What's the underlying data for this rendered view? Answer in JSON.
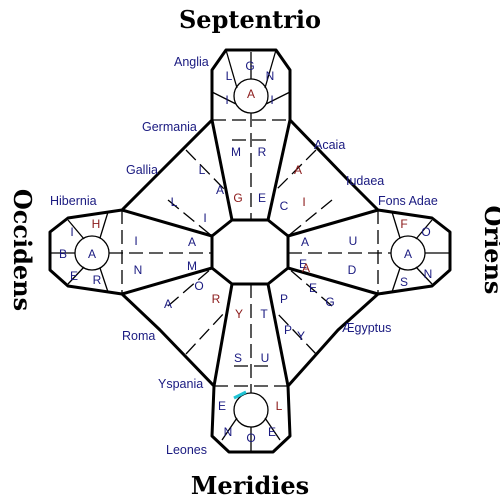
{
  "cardinals": {
    "north": "Septentrio",
    "south": "Meridies",
    "west": "Occidens",
    "east": "Oriens"
  },
  "regions": [
    {
      "id": "anglia",
      "label": "Anglia"
    },
    {
      "id": "germania",
      "label": "Germania"
    },
    {
      "id": "acaia",
      "label": "Acaia"
    },
    {
      "id": "gallia",
      "label": "Gallia"
    },
    {
      "id": "iudaea",
      "label": "Iudaea"
    },
    {
      "id": "hibernia",
      "label": "Hibernia"
    },
    {
      "id": "fons-adae",
      "label": "Fons Adae"
    },
    {
      "id": "roma",
      "label": "Roma"
    },
    {
      "id": "aegyptus",
      "label": "Ægyptus"
    },
    {
      "id": "yspania",
      "label": "Yspania"
    },
    {
      "id": "leones",
      "label": "Leones"
    }
  ],
  "letters": [
    {
      "t": "G",
      "c": "blue"
    },
    {
      "t": "L",
      "c": "blue"
    },
    {
      "t": "N",
      "c": "blue"
    },
    {
      "t": "I",
      "c": "blue"
    },
    {
      "t": "I",
      "c": "blue"
    },
    {
      "t": "A",
      "c": "red"
    },
    {
      "t": "M",
      "c": "blue"
    },
    {
      "t": "R",
      "c": "blue"
    },
    {
      "t": "L",
      "c": "blue"
    },
    {
      "t": "A",
      "c": "blue"
    },
    {
      "t": "G",
      "c": "red"
    },
    {
      "t": "E",
      "c": "blue"
    },
    {
      "t": "A",
      "c": "red"
    },
    {
      "t": "L",
      "c": "blue"
    },
    {
      "t": "I",
      "c": "blue"
    },
    {
      "t": "C",
      "c": "blue"
    },
    {
      "t": "I",
      "c": "red"
    },
    {
      "t": "H",
      "c": "red"
    },
    {
      "t": "I",
      "c": "blue"
    },
    {
      "t": "B",
      "c": "blue"
    },
    {
      "t": "A",
      "c": "blue"
    },
    {
      "t": "E",
      "c": "blue"
    },
    {
      "t": "R",
      "c": "blue"
    },
    {
      "t": "I",
      "c": "blue"
    },
    {
      "t": "A",
      "c": "blue"
    },
    {
      "t": "N",
      "c": "blue"
    },
    {
      "t": "M",
      "c": "blue"
    },
    {
      "t": "A",
      "c": "blue"
    },
    {
      "t": "E",
      "c": "blue"
    },
    {
      "t": "U",
      "c": "blue"
    },
    {
      "t": "A",
      "c": "red"
    },
    {
      "t": "D",
      "c": "blue"
    },
    {
      "t": "F",
      "c": "red"
    },
    {
      "t": "O",
      "c": "blue"
    },
    {
      "t": "A",
      "c": "blue"
    },
    {
      "t": "S",
      "c": "blue"
    },
    {
      "t": "N",
      "c": "blue"
    },
    {
      "t": "O",
      "c": "blue"
    },
    {
      "t": "R",
      "c": "red"
    },
    {
      "t": "A",
      "c": "blue"
    },
    {
      "t": "Y",
      "c": "red"
    },
    {
      "t": "T",
      "c": "blue"
    },
    {
      "t": "P",
      "c": "blue"
    },
    {
      "t": "E",
      "c": "blue"
    },
    {
      "t": "G",
      "c": "blue"
    },
    {
      "t": "P",
      "c": "blue"
    },
    {
      "t": "Y",
      "c": "blue"
    },
    {
      "t": "S",
      "c": "blue"
    },
    {
      "t": "U",
      "c": "blue"
    },
    {
      "t": "E",
      "c": "blue"
    },
    {
      "t": "L",
      "c": "red"
    },
    {
      "t": "N",
      "c": "blue"
    },
    {
      "t": "O",
      "c": "blue"
    },
    {
      "t": "E",
      "c": "blue"
    }
  ]
}
